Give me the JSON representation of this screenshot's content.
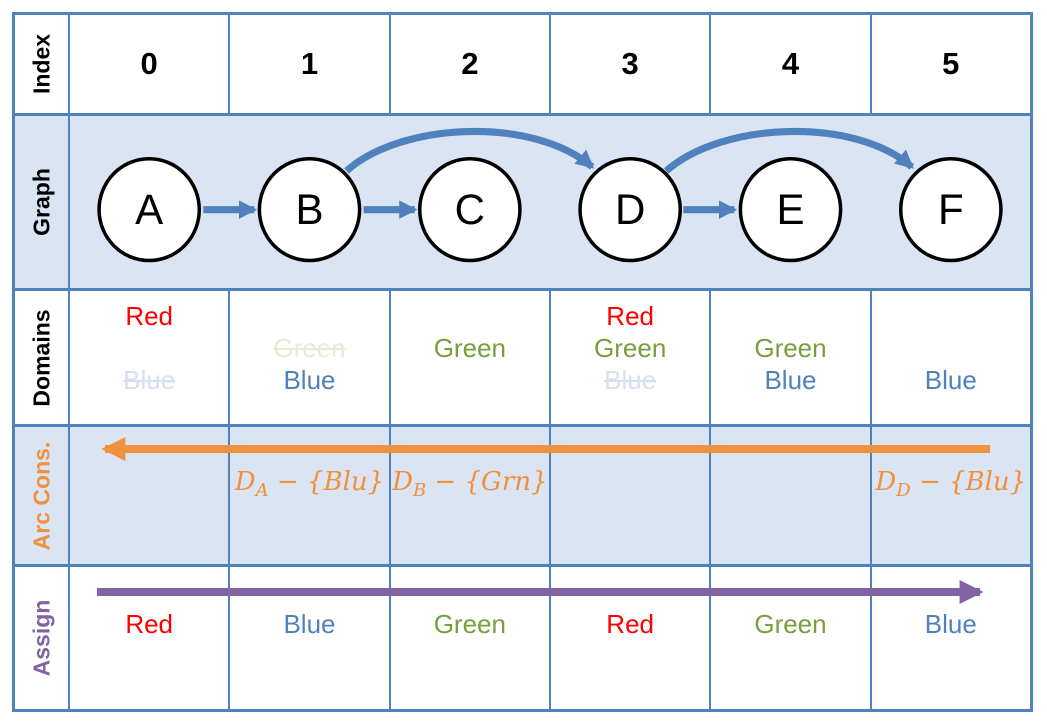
{
  "colors": {
    "table_border": "#4F81BD",
    "row_band_blue": "#DBE4F2",
    "edge_blue": "#4F81BD",
    "orange": "#F0913E",
    "purple": "#8064A2",
    "red": "#FF0000",
    "green": "#77A03C",
    "blue_text": "#4F81BD",
    "struck_blue": "#D6E0F1",
    "struck_green": "#E7EBD5",
    "black": "#000000"
  },
  "rows": {
    "index": {
      "label": "Index",
      "values": [
        "0",
        "1",
        "2",
        "3",
        "4",
        "5"
      ]
    },
    "graph": {
      "label": "Graph",
      "nodes": [
        "A",
        "B",
        "C",
        "D",
        "E",
        "F"
      ],
      "edges": [
        {
          "from": "A",
          "to": "B",
          "shape": "straight"
        },
        {
          "from": "B",
          "to": "C",
          "shape": "straight"
        },
        {
          "from": "B",
          "to": "D",
          "shape": "arc"
        },
        {
          "from": "D",
          "to": "E",
          "shape": "straight"
        },
        {
          "from": "D",
          "to": "F",
          "shape": "arc"
        }
      ]
    },
    "domains": {
      "label": "Domains",
      "cells": [
        {
          "lines": [
            {
              "text": "Red",
              "hex": "#FF0000",
              "deco": "none"
            },
            {
              "text": "",
              "hex": "#000000",
              "deco": "none"
            },
            {
              "text": "Blue",
              "hex": "#D6E0F1",
              "deco": "line-through"
            }
          ]
        },
        {
          "lines": [
            {
              "text": "",
              "hex": "#000000",
              "deco": "none"
            },
            {
              "text": "Green",
              "hex": "#E7EBD5",
              "deco": "line-through"
            },
            {
              "text": "Blue",
              "hex": "#4F81BD",
              "deco": "none"
            }
          ]
        },
        {
          "lines": [
            {
              "text": "",
              "hex": "#000000",
              "deco": "none"
            },
            {
              "text": "Green",
              "hex": "#77A03C",
              "deco": "none"
            },
            {
              "text": "",
              "hex": "#000000",
              "deco": "none"
            }
          ]
        },
        {
          "lines": [
            {
              "text": "Red",
              "hex": "#FF0000",
              "deco": "none"
            },
            {
              "text": "Green",
              "hex": "#77A03C",
              "deco": "none"
            },
            {
              "text": "Blue",
              "hex": "#D6E0F1",
              "deco": "line-through"
            }
          ]
        },
        {
          "lines": [
            {
              "text": "",
              "hex": "#000000",
              "deco": "none"
            },
            {
              "text": "Green",
              "hex": "#77A03C",
              "deco": "none"
            },
            {
              "text": "Blue",
              "hex": "#4F81BD",
              "deco": "none"
            }
          ]
        },
        {
          "lines": [
            {
              "text": "",
              "hex": "#000000",
              "deco": "none"
            },
            {
              "text": "",
              "hex": "#000000",
              "deco": "none"
            },
            {
              "text": "Blue",
              "hex": "#4F81BD",
              "deco": "none"
            }
          ]
        }
      ]
    },
    "arc_cons": {
      "label": "Arc Cons.",
      "arrow_direction": "left",
      "formulas": [
        {
          "base": "",
          "sub": "",
          "rest": ""
        },
        {
          "base": "D",
          "sub": "A",
          "rest": " − {Blu}"
        },
        {
          "base": "D",
          "sub": "B",
          "rest": " − {Grn}"
        },
        {
          "base": "",
          "sub": "",
          "rest": ""
        },
        {
          "base": "",
          "sub": "",
          "rest": ""
        },
        {
          "base": "D",
          "sub": "D",
          "rest": " − {Blu}"
        }
      ]
    },
    "assign": {
      "label": "Assign",
      "arrow_direction": "right",
      "values": [
        {
          "text": "Red",
          "hex": "#FF0000"
        },
        {
          "text": "Blue",
          "hex": "#4F81BD"
        },
        {
          "text": "Green",
          "hex": "#77A03C"
        },
        {
          "text": "Red",
          "hex": "#FF0000"
        },
        {
          "text": "Green",
          "hex": "#77A03C"
        },
        {
          "text": "Blue",
          "hex": "#4F81BD"
        }
      ]
    }
  }
}
